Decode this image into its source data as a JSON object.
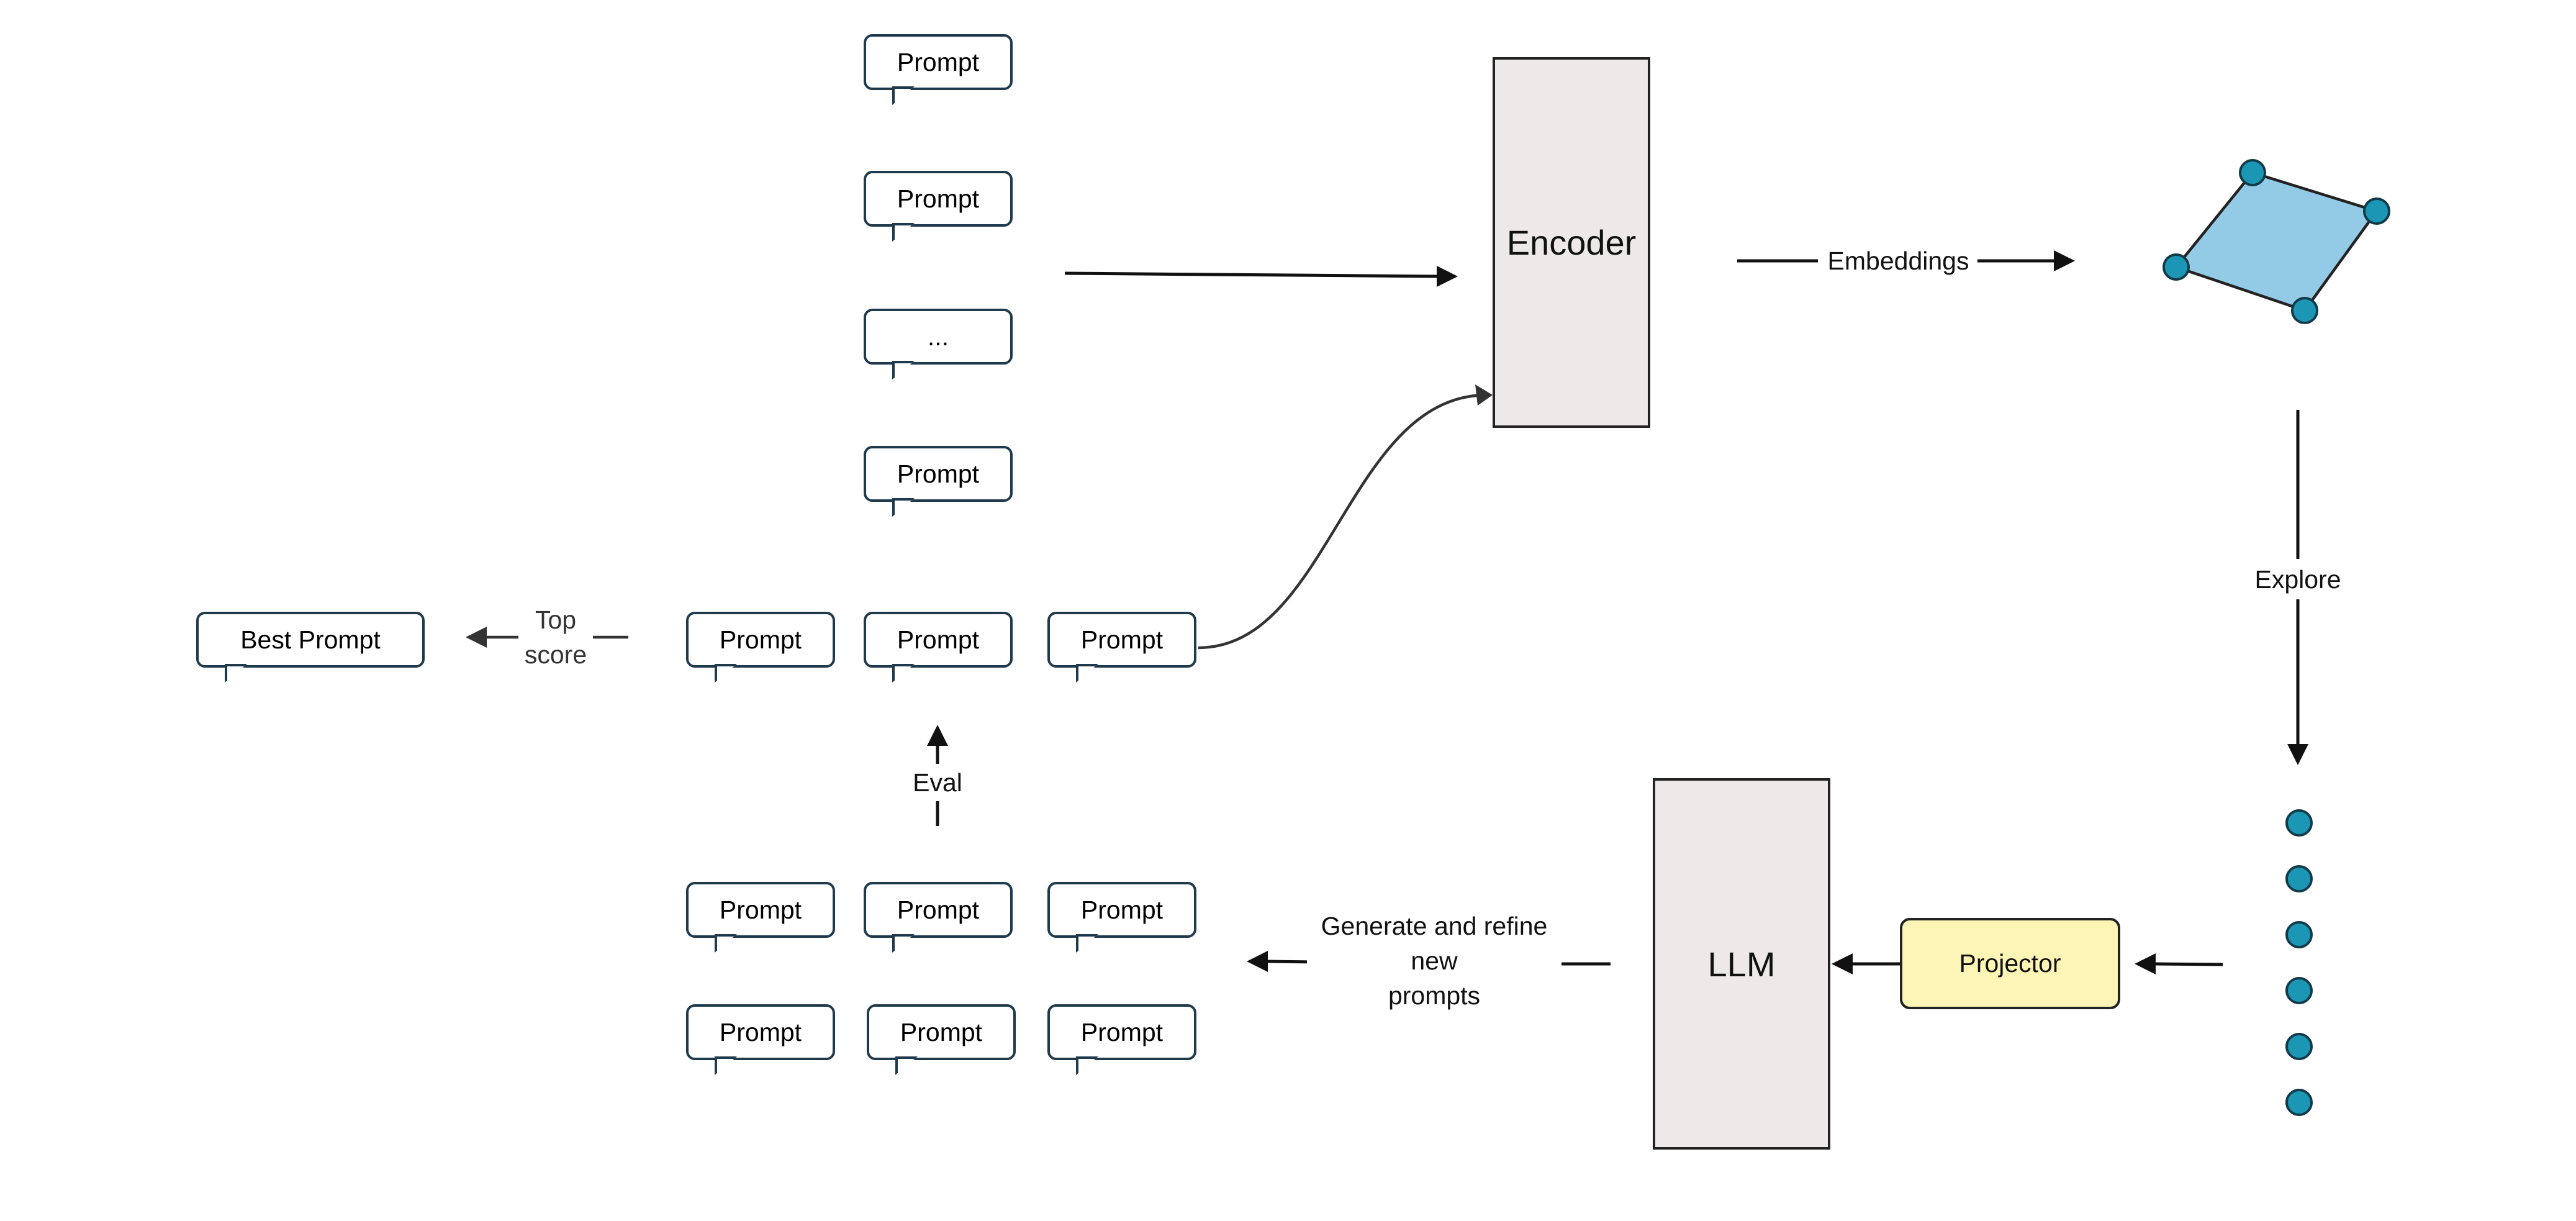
{
  "diagram": {
    "input_prompts": [
      "Prompt",
      "Prompt",
      "...",
      "Prompt"
    ],
    "encoder": "Encoder",
    "embeddings_label": "Embeddings",
    "explore_label": "Explore",
    "projector": "Projector",
    "llm": "LLM",
    "generate_label": [
      "Generate and refine",
      "new",
      "prompts"
    ],
    "generated_prompts_row1": [
      "Prompt",
      "Prompt",
      "Prompt"
    ],
    "generated_prompts_row2": [
      "Prompt",
      "Prompt",
      "Prompt"
    ],
    "eval_label": "Eval",
    "scored_prompts": [
      "Prompt",
      "Prompt",
      "Prompt"
    ],
    "top_score_label": [
      "Top",
      "score"
    ],
    "best_prompt": "Best Prompt"
  },
  "colors": {
    "outline": "#1f3a4d",
    "block_fill": "#ede9e8",
    "projector_fill": "#fdf5b5",
    "embedding_fill": "#93cbe6",
    "node_fill": "#1b97b5"
  }
}
